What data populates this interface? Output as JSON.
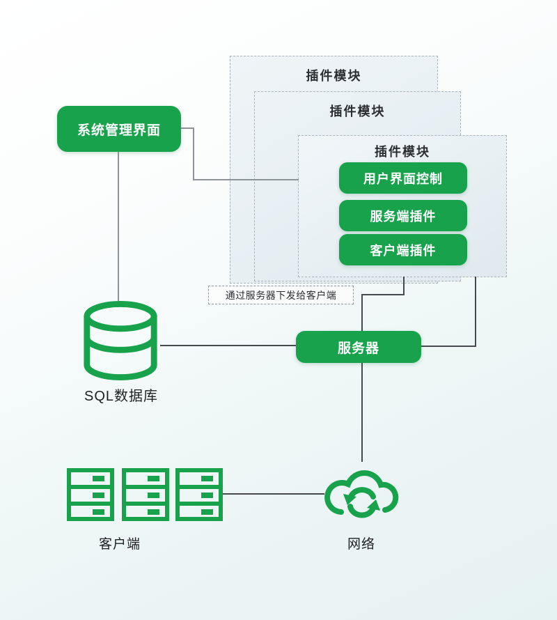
{
  "diagram": {
    "type": "architecture-diagram",
    "colors": {
      "accent_green": "#17a24b",
      "line_dark": "#45494e",
      "line_gray": "#8d9298",
      "panel_border_dashed": "#a9b3ba",
      "text_dark": "#2b2e31"
    },
    "nodes": {
      "admin": {
        "label": "系统管理界面"
      },
      "plugin_back": {
        "title": "插件模块"
      },
      "plugin_mid": {
        "title": "插件模块"
      },
      "plugin_front": {
        "title": "插件模块",
        "items": [
          {
            "label": "用户界面控制"
          },
          {
            "label": "服务端插件"
          },
          {
            "label": "客户端插件"
          }
        ]
      },
      "note": {
        "label": "通过服务器下发给客户端"
      },
      "server": {
        "label": "服务器"
      },
      "database": {
        "label": "SQL数据库",
        "icon": "database-icon"
      },
      "clients": {
        "label": "客户端",
        "icon": "server-rack-icon",
        "rack_count": 3
      },
      "network": {
        "label": "网络",
        "icon": "cloud-sync-icon"
      }
    }
  }
}
